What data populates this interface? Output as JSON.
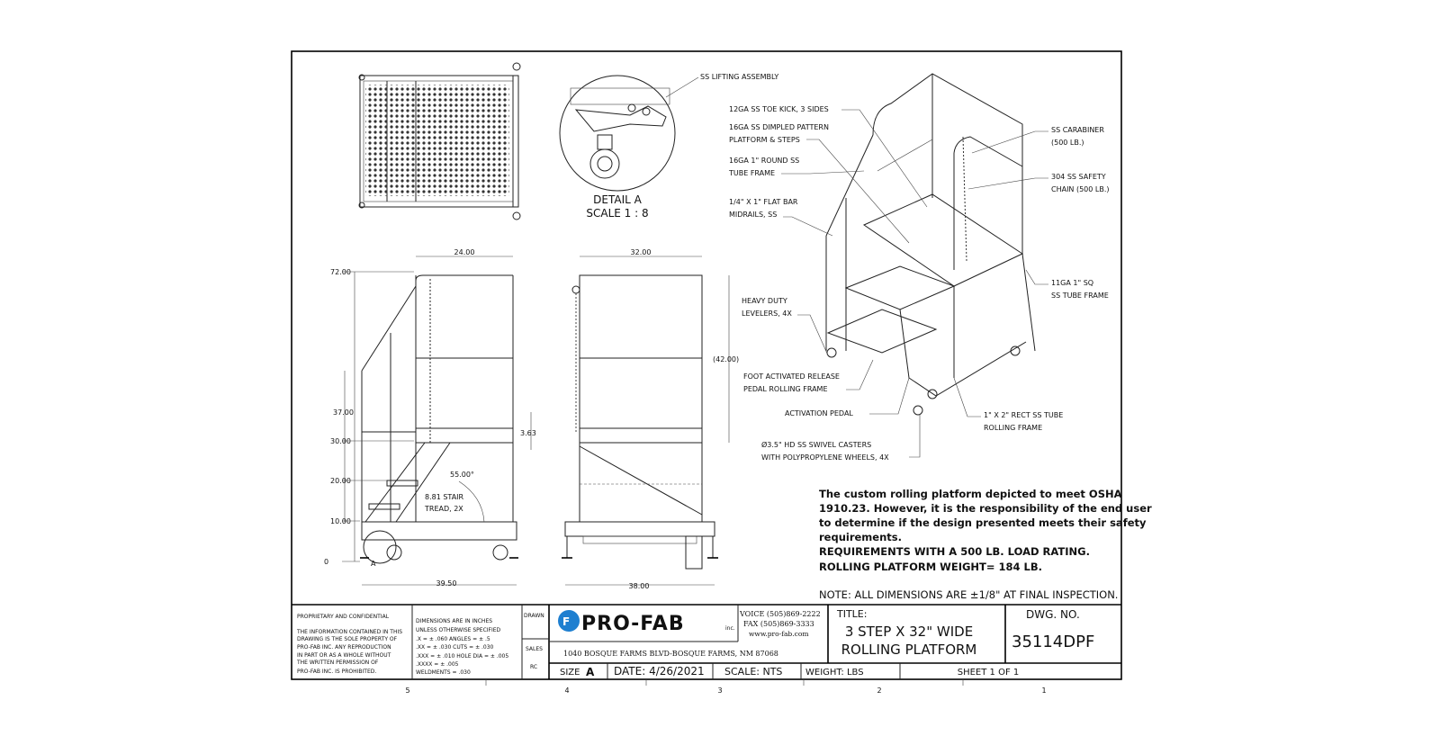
{
  "views": {
    "detail_label": "DETAIL A",
    "detail_scale": "SCALE 1 : 8",
    "detail_marker": "A"
  },
  "callouts": {
    "lifting": "SS LIFTING ASSEMBLY",
    "toe_kick": "12GA SS TOE KICK, 3 SIDES",
    "dimpled_1": "16GA SS DIMPLED PATTERN",
    "dimpled_2": "PLATFORM & STEPS",
    "round_1": "16GA 1\" ROUND SS",
    "round_2": "TUBE FRAME",
    "flatbar_1": "1/4\" X 1\" FLAT BAR",
    "flatbar_2": "MIDRAILS, SS",
    "carabiner_1": "SS CARABINER",
    "carabiner_2": "(500 LB.)",
    "chain_1": "304 SS SAFETY",
    "chain_2": "CHAIN (500 LB.)",
    "sq_1": "11GA 1\" SQ",
    "sq_2": "SS TUBE FRAME",
    "levelers_1": "HEAVY DUTY",
    "levelers_2": "LEVELERS, 4X",
    "pedal_1": "FOOT ACTIVATED RELEASE",
    "pedal_2": "PEDAL ROLLING FRAME",
    "activation": "ACTIVATION PEDAL",
    "rect_1": "1\" X 2\" RECT SS TUBE",
    "rect_2": "ROLLING FRAME",
    "casters_1": "Ø3.5\" HD SS SWIVEL CASTERS",
    "casters_2": "WITH POLYPROPYLENE WHEELS, 4X"
  },
  "dimensions": {
    "side_width": "24.00",
    "y72": "72.00",
    "y37": "37.00",
    "y30": "30.00",
    "y20": "20.00",
    "y10": "10.00",
    "y0": "0",
    "toe": "3.63",
    "angle": "55.00°",
    "tread_1": "8.81 STAIR",
    "tread_2": "TREAD, 2X",
    "side_base": "39.50",
    "front_width": "32.00",
    "front_height": "(42.00)",
    "front_base": "38.00"
  },
  "notes": {
    "lines": [
      "The custom rolling platform depicted to meet OSHA",
      "1910.23. However, it is the responsibility of the end user",
      "to determine if the design presented meets their safety",
      "requirements.",
      "REQUIREMENTS WITH A 500 LB. LOAD RATING.",
      "ROLLING PLATFORM WEIGHT= 184 LB."
    ],
    "inspection": "NOTE: ALL DIMENSIONS ARE ±1/8\" AT FINAL INSPECTION."
  },
  "title_block": {
    "proprietary_head": "PROPRIETARY AND CONFIDENTIAL",
    "proprietary_body": [
      "THE INFORMATION CONTAINED IN THIS",
      "DRAWING IS THE SOLE PROPERTY OF",
      "PRO-FAB INC. ANY REPRODUCTION",
      "IN PART OR AS A WHOLE WITHOUT",
      "THE WRITTEN PERMISSION OF",
      "PRO-FAB INC. IS PROHIBITED."
    ],
    "tolerances": [
      "DIMENSIONS ARE IN INCHES",
      "UNLESS OTHERWISE SPECIFIED",
      ".X = ± .060     ANGLES = ± .5",
      ".XX = ± .030     CUTS = ± .030",
      ".XXX = ± .010   HOLE DIA = ± .005",
      ".XXXX = ± .005",
      "WELDMENTS = .030"
    ],
    "drawn": "DRAWN",
    "sales": "SALES",
    "sales_initials": "RC",
    "logo_text": "PRO-FAB",
    "logo_inc": "inc.",
    "voice": "VOICE (505)869-2222",
    "fax": "FAX (505)869-3333",
    "web": "www.pro-fab.com",
    "address": "1040 BOSQUE FARMS BLVD-BOSQUE FARMS, NM 87068",
    "title_label": "TITLE:",
    "title_1": "3 STEP X 32\" WIDE",
    "title_2": "ROLLING PLATFORM",
    "dwg_label": "DWG. NO.",
    "dwg_no": "35114DPF",
    "size_label": "SIZE",
    "size": "A",
    "date": "DATE:  4/26/2021",
    "scale": "SCALE: NTS",
    "weight": "WEIGHT:  LBS",
    "sheet": "SHEET 1 OF 1"
  },
  "zones": [
    "5",
    "4",
    "3",
    "2",
    "1"
  ],
  "colors": {
    "logo_blue": "#1e7fd0",
    "line": "#222222"
  }
}
